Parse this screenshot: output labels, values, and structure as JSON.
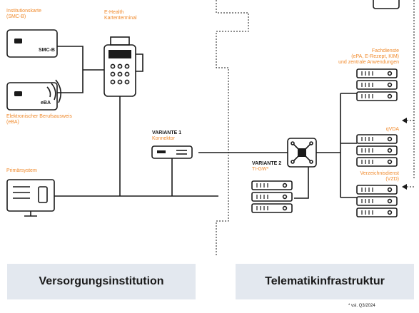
{
  "left": {
    "smcb_label_line1": "Institutionskarte",
    "smcb_label_line2": "(SMC-B)",
    "smcb_card_text": "SMC-B",
    "ebaa_card_text": "eBA",
    "eba_label_line1": "Elektronischer Berufsausweis",
    "eba_label_line2": "(eBA)",
    "terminal_label_line1": "E-Health",
    "terminal_label_line2": "Kartenterminal",
    "primary_label": "Primärsystem"
  },
  "middle": {
    "variant1_title": "VARIANTE 1",
    "variant1_sub": "Konnektor",
    "variant2_title": "VARIANTE 2",
    "variant2_sub": "TI-GW*"
  },
  "right": {
    "fachdienste_line1": "Fachdienste",
    "fachdienste_line2": "(ePA, E-Rezept, KIM)",
    "fachdienste_line3": "und zentrale Anwendungen",
    "qvda_label": "qVDA",
    "vzd_line1": "Verzeichnisdienst",
    "vzd_line2": "(VZD)"
  },
  "banners": {
    "left": "Versorgungsinstitution",
    "right": "Telematikinfrastruktur"
  },
  "footnote": "* vsl. Q3/2024",
  "colors": {
    "accent": "#f08a2c",
    "banner_bg": "#e3e8ef",
    "line": "#1a1a1a"
  }
}
